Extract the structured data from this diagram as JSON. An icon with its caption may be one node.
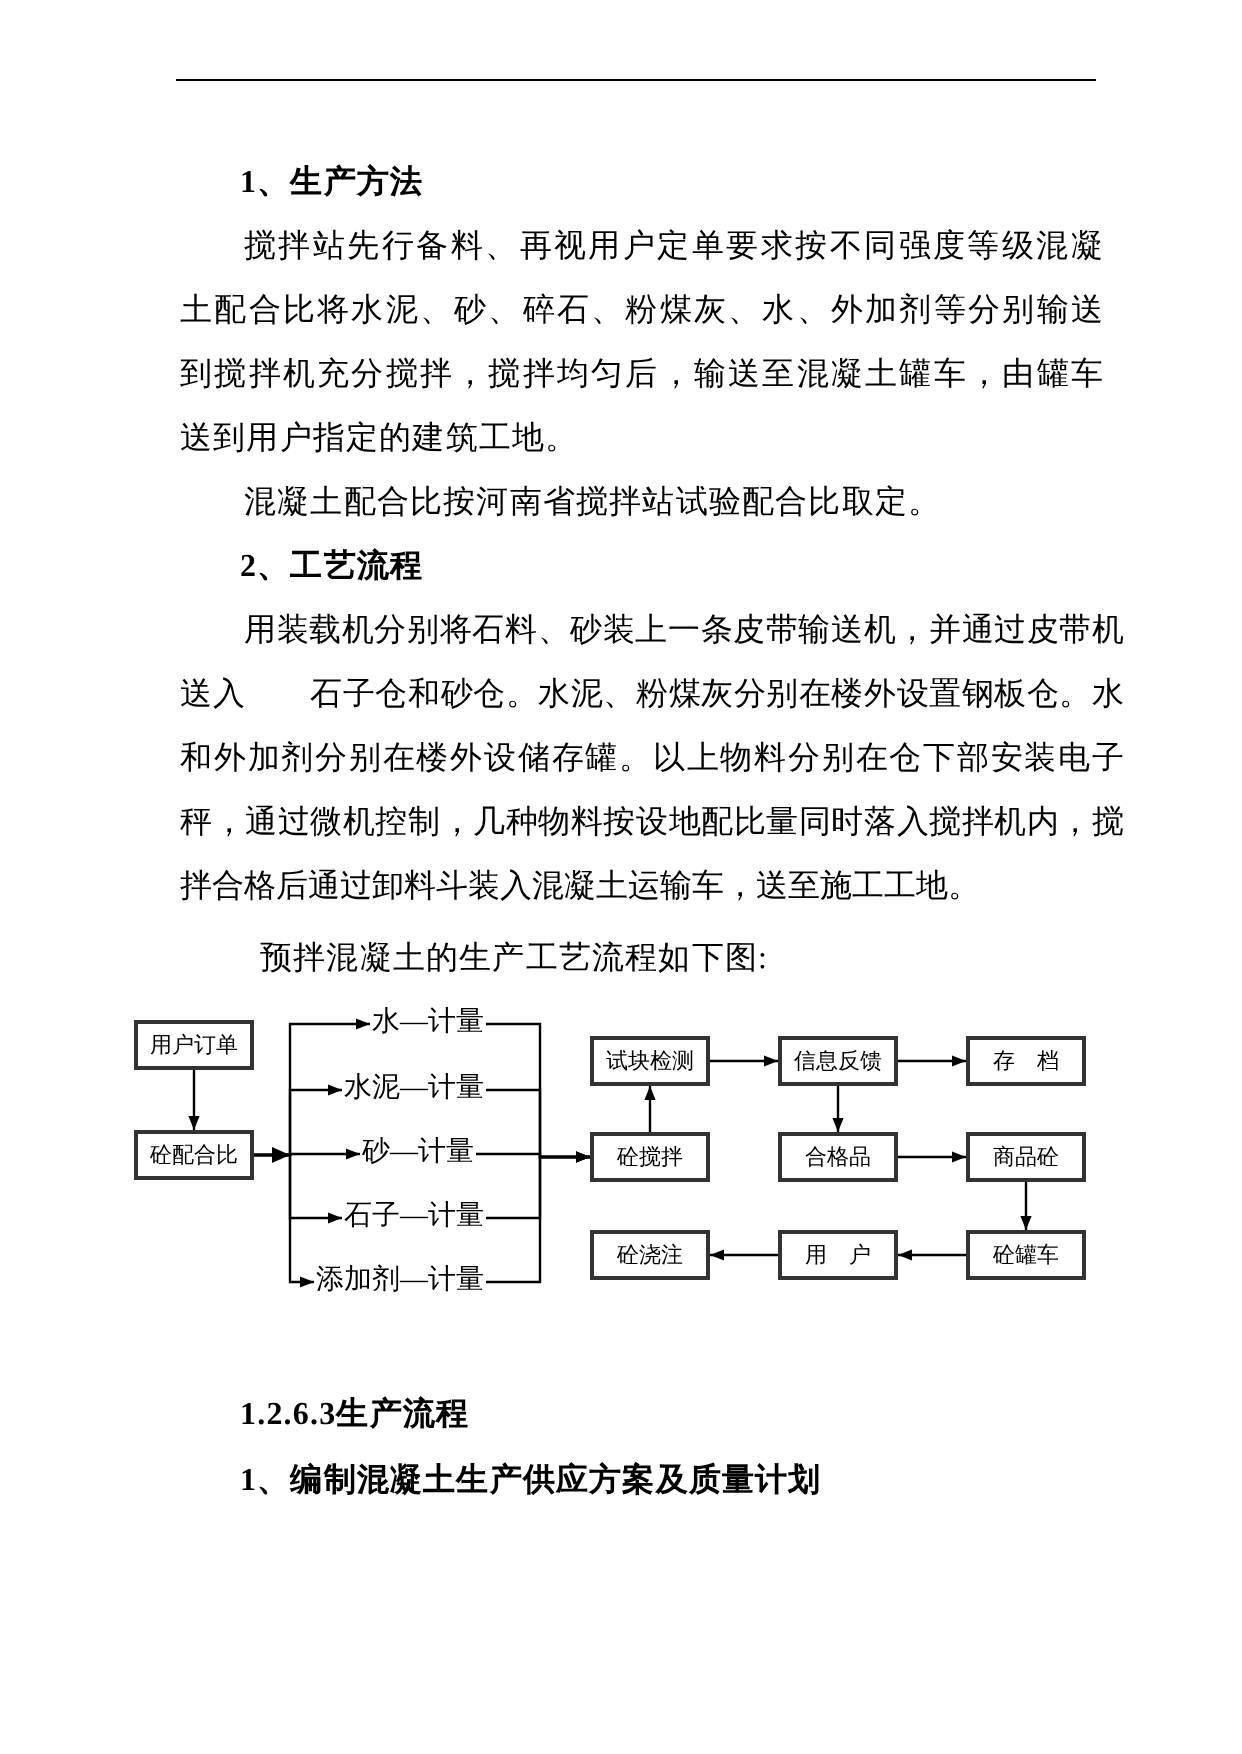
{
  "diagram": {
    "nodes": [
      {
        "text": [
          "用户订单"
        ]
      },
      {
        "text": [
          "砼配合比"
        ]
      },
      {
        "text": [
          "水—计量"
        ]
      },
      {
        "text": [
          "水泥—计量"
        ]
      },
      {
        "text": [
          "砂—计量"
        ]
      },
      {
        "text": [
          "石子—计量"
        ]
      },
      {
        "text": [
          "添加剂—计量"
        ]
      },
      {
        "text": [
          "试块检测"
        ]
      },
      {
        "text": [
          "信息反馈"
        ]
      },
      {
        "text": [
          "存　档"
        ]
      },
      {
        "text": [
          "砼搅拌"
        ]
      },
      {
        "text": [
          "合格品"
        ]
      },
      {
        "text": [
          "商品砼"
        ]
      },
      {
        "text": [
          "砼罐车"
        ]
      },
      {
        "text": [
          "用　户"
        ]
      },
      {
        "text": [
          "砼浇注"
        ]
      }
    ],
    "edges": [
      {
        "from": 0,
        "to": 1,
        "arrow": "to"
      },
      {
        "from": 1,
        "to": 2,
        "arrow": "to"
      },
      {
        "from": 1,
        "to": 3,
        "arrow": "to"
      },
      {
        "from": 1,
        "to": 4,
        "arrow": "to"
      },
      {
        "from": 1,
        "to": 5,
        "arrow": "to"
      },
      {
        "from": 1,
        "to": 6,
        "arrow": "to"
      },
      {
        "from": 2,
        "to": 10,
        "arrow": "to"
      },
      {
        "from": 3,
        "to": 10,
        "arrow": "to"
      },
      {
        "from": 4,
        "to": 10,
        "arrow": "to"
      },
      {
        "from": 5,
        "to": 10,
        "arrow": "to"
      },
      {
        "from": 6,
        "to": 10,
        "arrow": "to"
      },
      {
        "from": 10,
        "to": 7,
        "arrow": "to"
      },
      {
        "from": 7,
        "to": 8,
        "arrow": "to"
      },
      {
        "from": 8,
        "to": 9,
        "arrow": "to"
      },
      {
        "from": 8,
        "to": 11,
        "arrow": "to"
      },
      {
        "from": 11,
        "to": 12,
        "arrow": "to"
      },
      {
        "from": 12,
        "to": 13,
        "arrow": "to"
      },
      {
        "from": 13,
        "to": 14,
        "arrow": "to"
      },
      {
        "from": 14,
        "to": 15,
        "arrow": "to"
      }
    ],
    "labels": [
      "1、生产方法",
      "搅拌站先行备料、再视用户定单要求按不同强度等级混凝土配合比将水泥、砂、碎石、粉煤灰、水、外加剂等分别输送到搅拌机充分搅拌，搅拌均匀后，输送至混凝土罐车，由罐车送到用户指定的建筑工地。",
      "混凝土配合比按河南省搅拌站试验配合比取定。",
      "2、工艺流程",
      "用装载机分别将石料、砂装上一条皮带输送机，并通过皮带机送入　　石子仓和砂仓。水泥、粉煤灰分别在楼外设置钢板仓。水和外加剂分别在楼外设储存罐。以上物料分别在仓下部安装电子秤，通过微机控制，几种物料按设地配比量同时落入搅拌机内，搅拌合格后通过卸料斗装入混凝土运输车，送至施工工地。",
      "预拌混凝土的生产工艺流程如下图:",
      "1.2.6.3生产流程",
      "1、编制混凝土生产供应方案及质量计划"
    ]
  }
}
